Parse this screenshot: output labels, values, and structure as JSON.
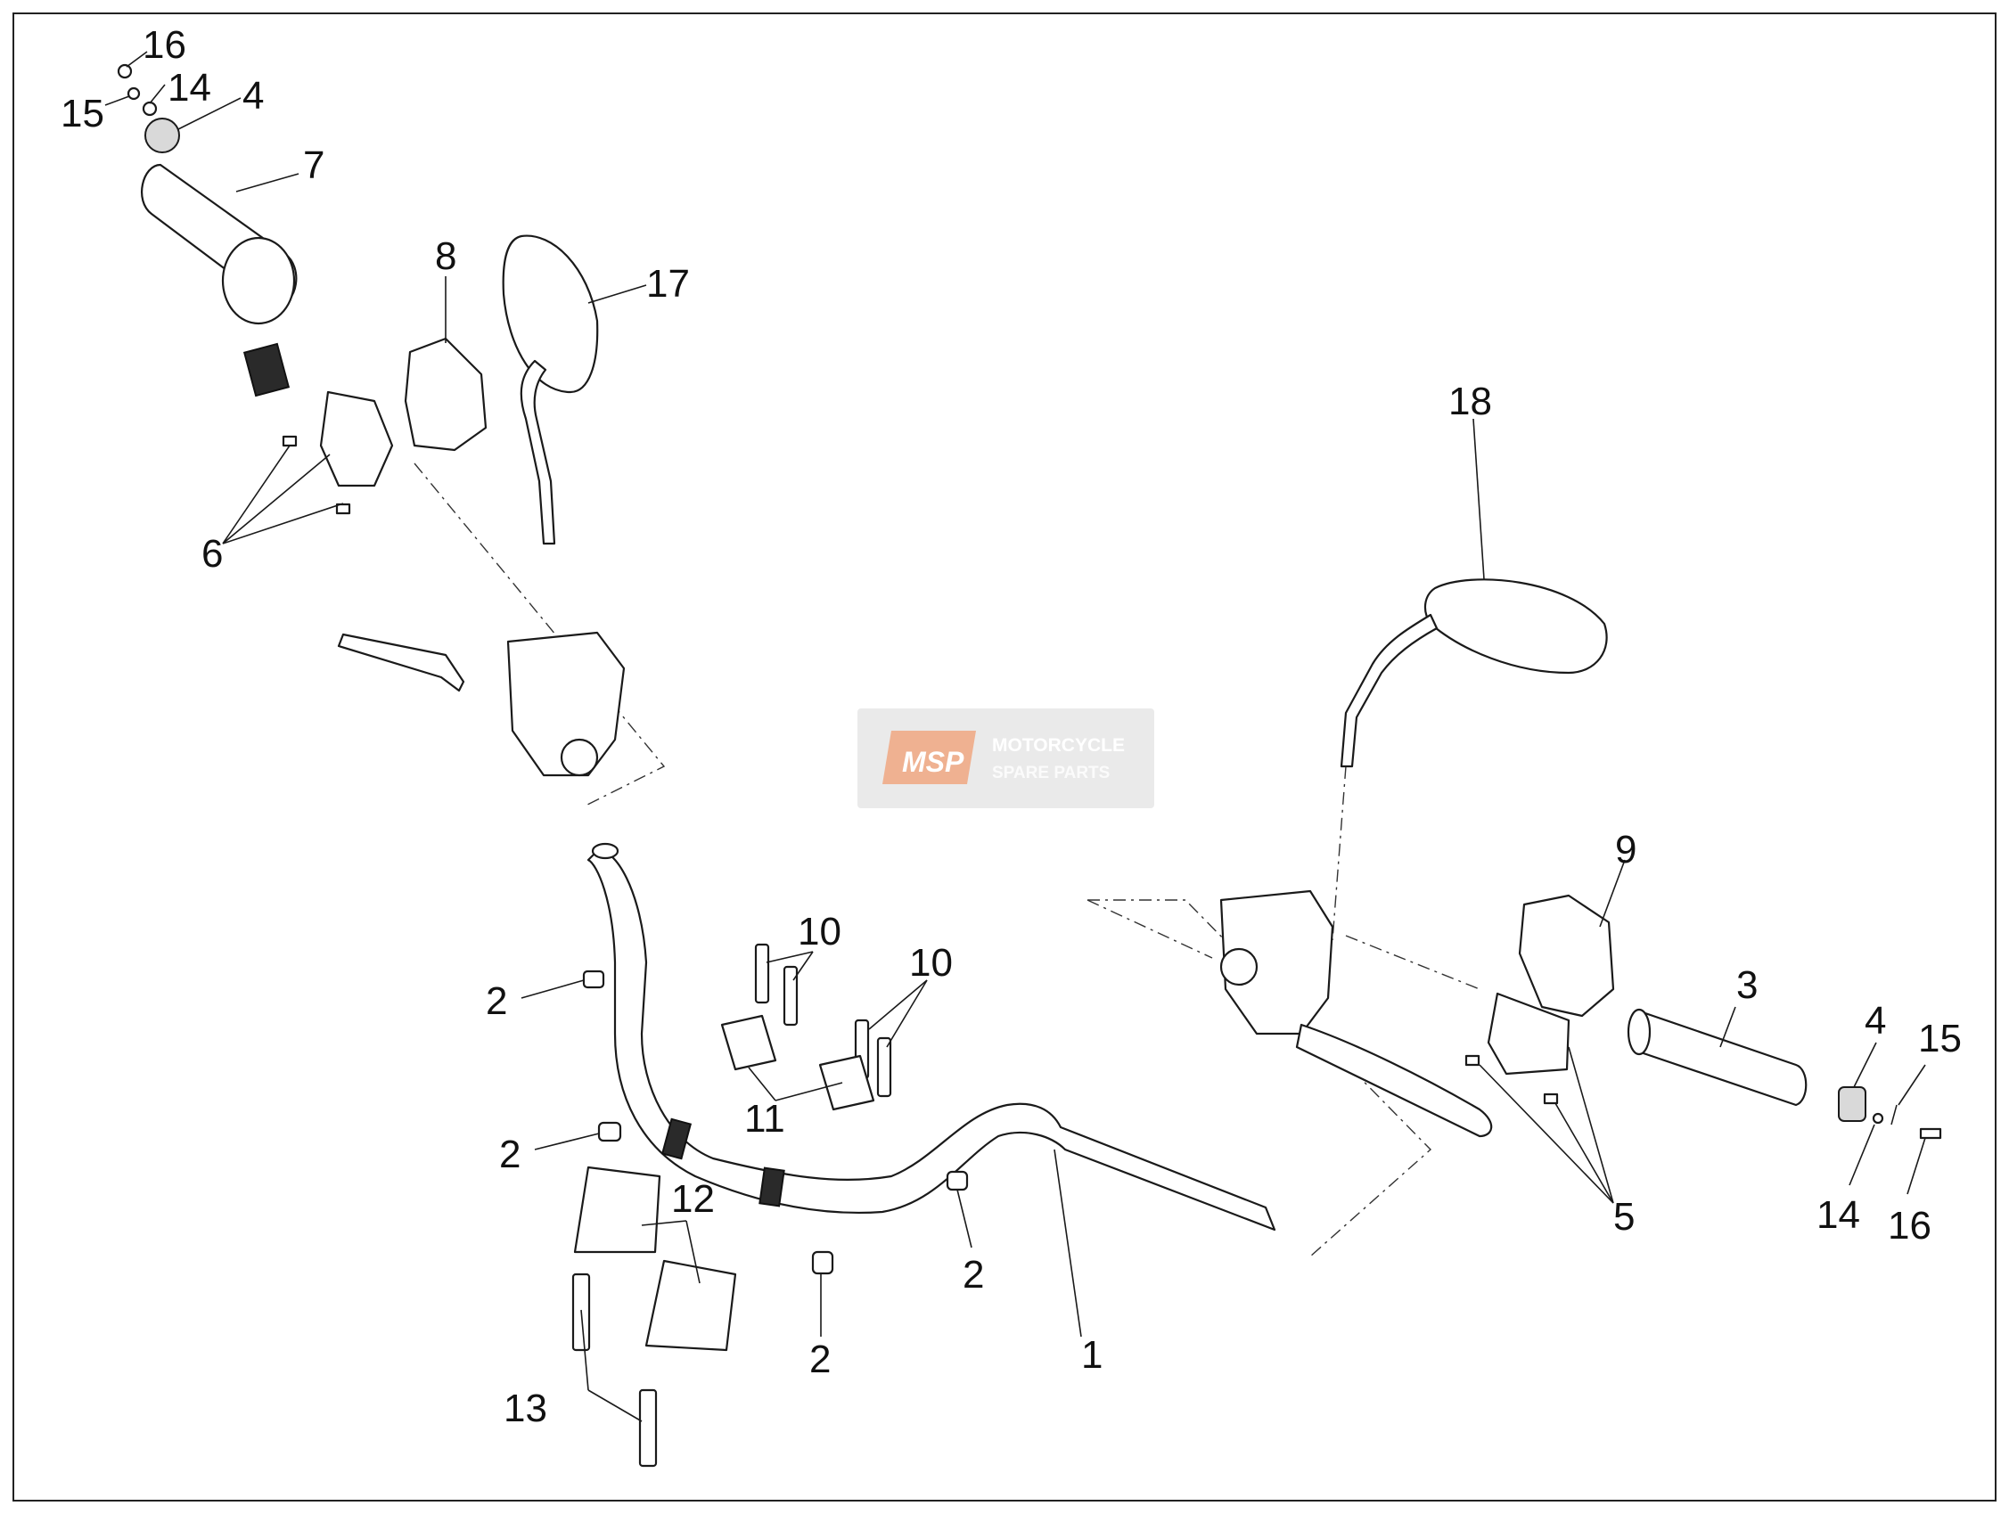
{
  "watermark": {
    "logo_text": "MSP",
    "line1": "MOTORCYCLE",
    "line2": "SPARE PARTS"
  },
  "callouts": [
    "1",
    "2",
    "3",
    "4",
    "5",
    "6",
    "7",
    "8",
    "9",
    "10",
    "11",
    "12",
    "13",
    "14",
    "15",
    "16",
    "17",
    "18"
  ]
}
